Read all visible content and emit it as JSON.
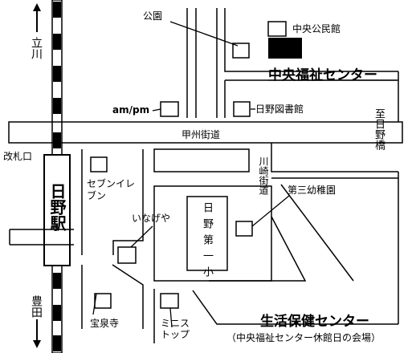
{
  "labels": {
    "tachikawa": "立川",
    "toyoda": "豊田",
    "hino_station": "日野駅",
    "kaisatsu": "改札口",
    "park": "公園",
    "chuo_kominkan": "中央公民館",
    "center_title": "中央福祉センター",
    "ampm": "am/pm",
    "library": "日野図書館",
    "koshu_kaido": "甲州街道",
    "to_hinobashi": "至日野橋",
    "kawasaki_kaido": "川崎街道",
    "kindergarten": "第三幼稚園",
    "seven_eleven": "セブンイレブン",
    "hino_daiichi": "日野第一小",
    "inageya": "いなげや",
    "hosenji": "宝泉寺",
    "ministop": "ミニストップ",
    "seikatsu_hoken": "生活保健センター",
    "closed_day_note": "（中央福祉センター休館日の会場）"
  }
}
